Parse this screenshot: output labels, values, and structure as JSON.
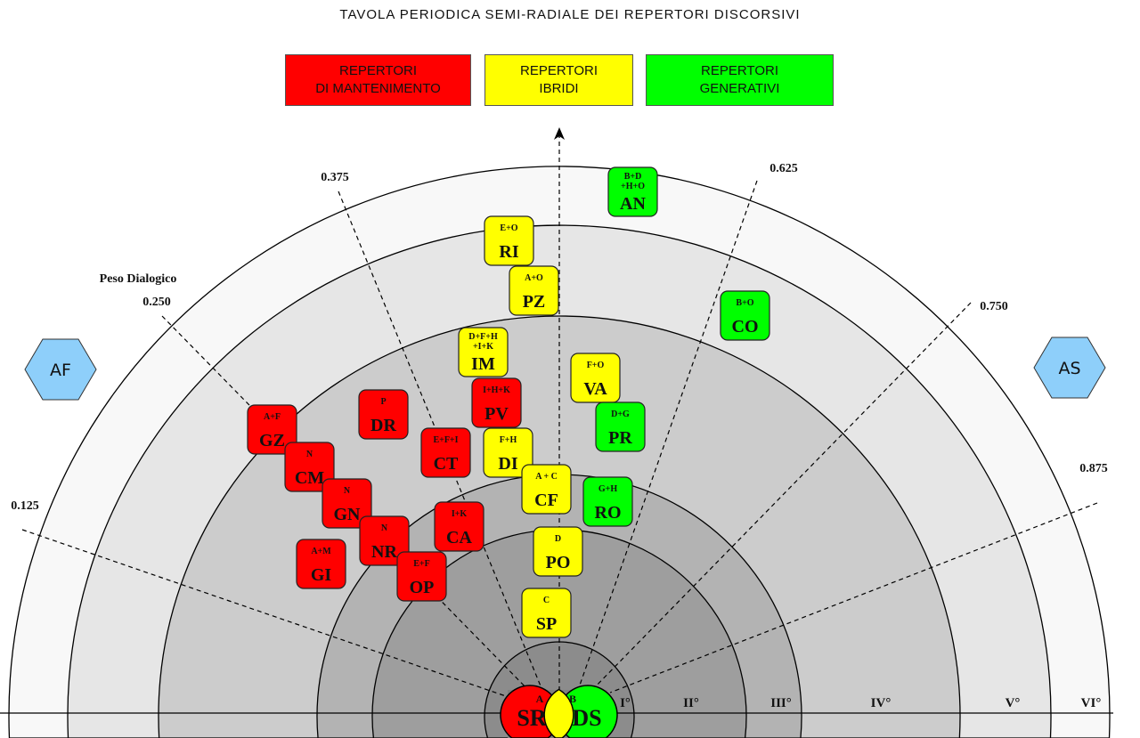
{
  "title": "TAVOLA PERIODICA SEMI-RADIALE DEI REPERTORI DISCORSIVI",
  "legend": [
    {
      "line1": "REPERTORI",
      "line2": "DI MANTENIMENTO",
      "color": "#ff0000"
    },
    {
      "line1": "REPERTORI",
      "line2": "IBRIDI",
      "color": "#ffff00"
    },
    {
      "line1": "REPERTORI",
      "line2": "GENERATIVI",
      "color": "#00ff00"
    }
  ],
  "axis_title": "Peso Dialogico",
  "weights": [
    "0.125",
    "0.250",
    "0.375",
    "0.625",
    "0.750",
    "0.875"
  ],
  "degrees": [
    "I°",
    "II°",
    "III°",
    "IV°",
    "V°",
    "VI°"
  ],
  "poles": {
    "left": "AF",
    "right": "AS",
    "color": "#8ecffa"
  },
  "core": [
    {
      "code": "SR",
      "sub": "A",
      "color": "#ff0000"
    },
    {
      "code": "DS",
      "sub": "B",
      "color": "#00ff00"
    }
  ],
  "repertoires": [
    {
      "code": "GZ",
      "sub": "A+F",
      "type": "red"
    },
    {
      "code": "CM",
      "sub": "N",
      "type": "red"
    },
    {
      "code": "GN",
      "sub": "N",
      "type": "red"
    },
    {
      "code": "NR",
      "sub": "N",
      "type": "red"
    },
    {
      "code": "GI",
      "sub": "A+M",
      "type": "red"
    },
    {
      "code": "OP",
      "sub": "E+F",
      "type": "red"
    },
    {
      "code": "DR",
      "sub": "P",
      "type": "red"
    },
    {
      "code": "CT",
      "sub": "E+F+I",
      "type": "red"
    },
    {
      "code": "CA",
      "sub": "I+K",
      "type": "red"
    },
    {
      "code": "PV",
      "sub": "I+H+K",
      "type": "red"
    },
    {
      "code": "IM",
      "sub": "D+F+H",
      "sub2": "+I+K",
      "type": "yellow"
    },
    {
      "code": "RI",
      "sub": "E+O",
      "type": "yellow"
    },
    {
      "code": "PZ",
      "sub": "A+O",
      "type": "yellow"
    },
    {
      "code": "DI",
      "sub": "F+H",
      "type": "yellow"
    },
    {
      "code": "CF",
      "sub": "A + C",
      "type": "yellow"
    },
    {
      "code": "PO",
      "sub": "D",
      "type": "yellow"
    },
    {
      "code": "SP",
      "sub": "C",
      "type": "yellow"
    },
    {
      "code": "VA",
      "sub": "F+O",
      "type": "yellow"
    },
    {
      "code": "PR",
      "sub": "D+G",
      "type": "green"
    },
    {
      "code": "RO",
      "sub": "G+H",
      "type": "green"
    },
    {
      "code": "CO",
      "sub": "B+O",
      "type": "green"
    },
    {
      "code": "AN",
      "sub": "B+D",
      "sub2": "+H+O",
      "type": "green"
    }
  ],
  "colors": {
    "red": "#ff0000",
    "yellow": "#ffff00",
    "green": "#00ff00"
  }
}
